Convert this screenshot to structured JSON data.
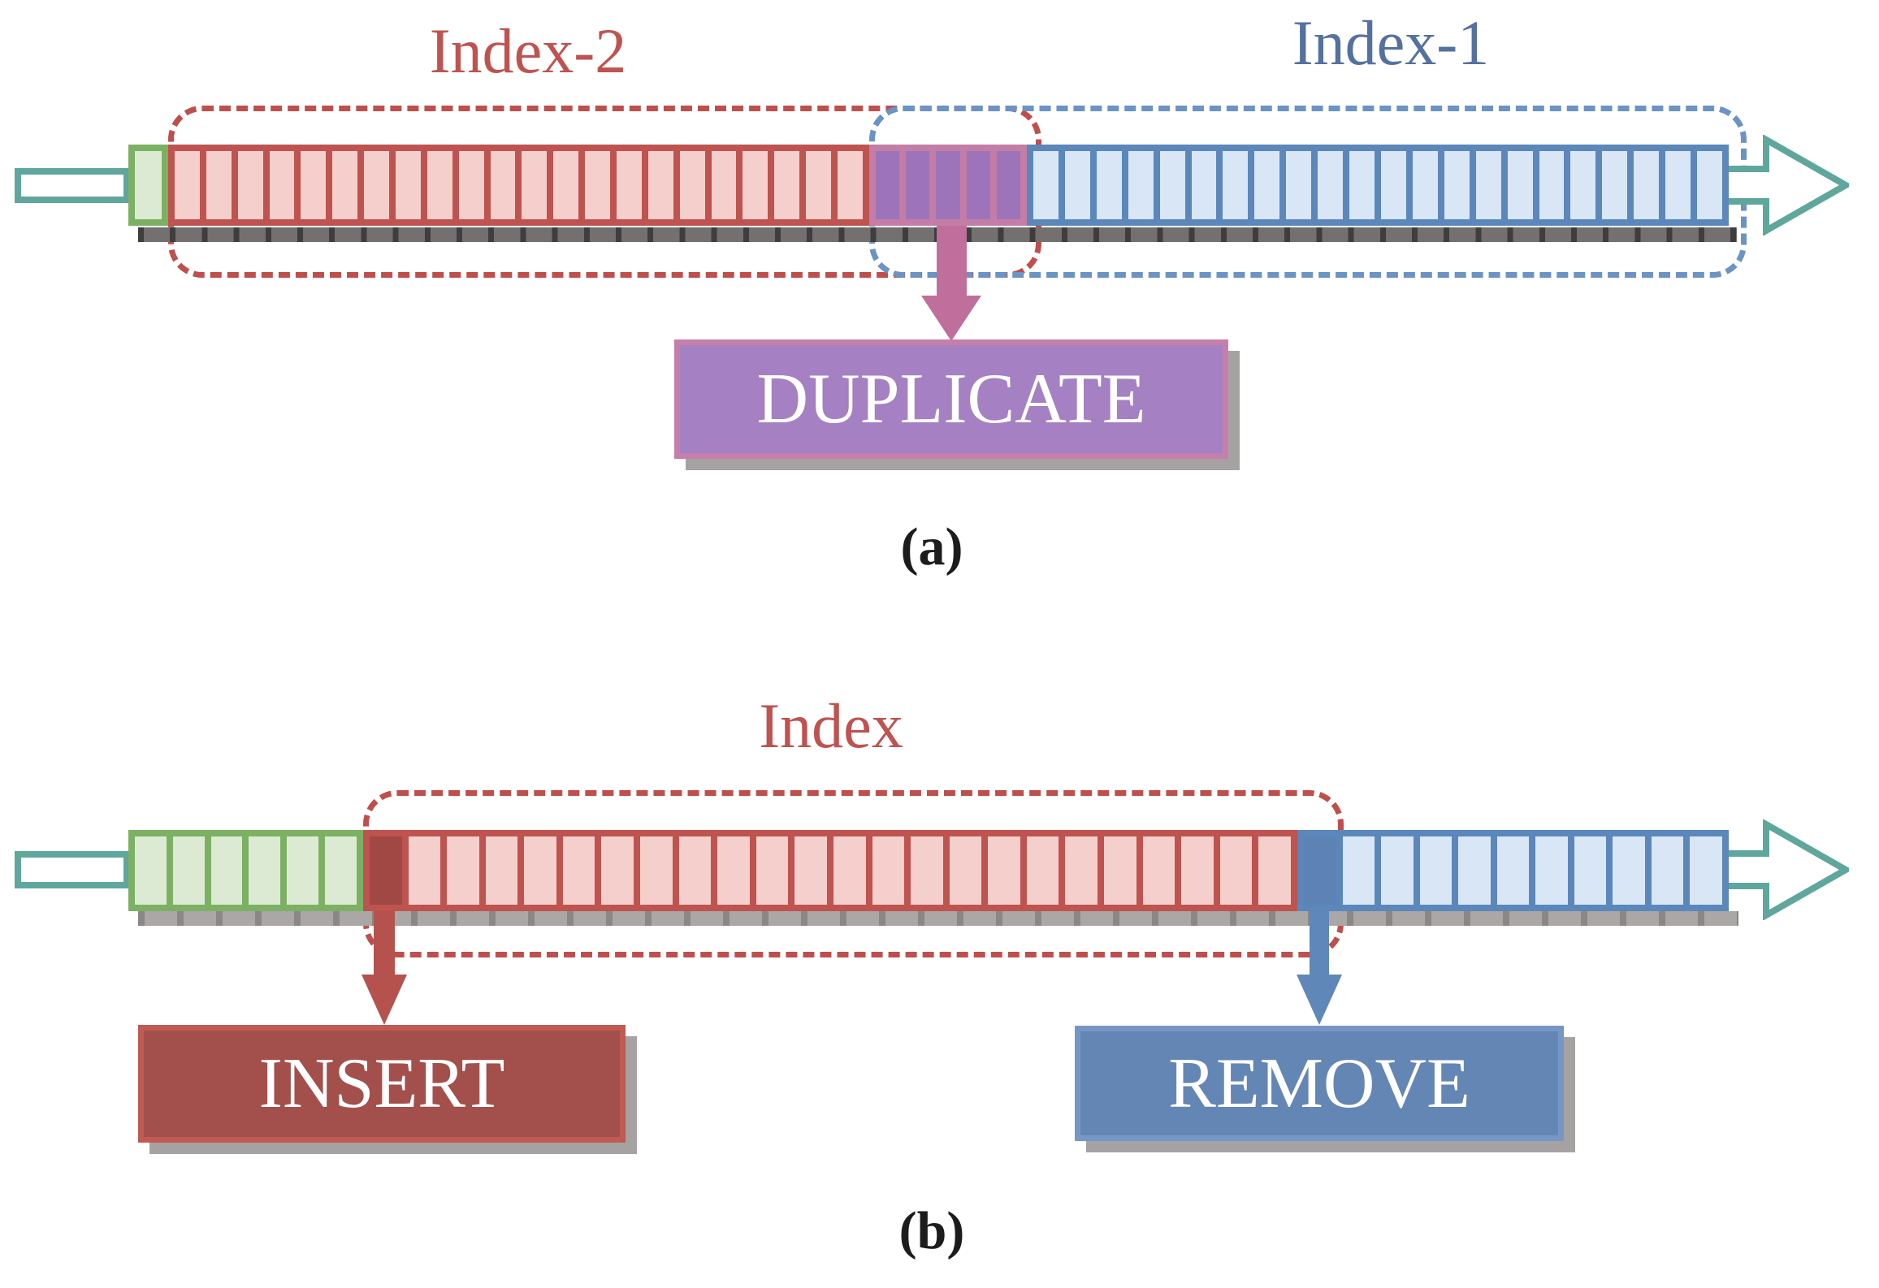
{
  "figure": {
    "panel_a": {
      "caption": "(a)",
      "label_index2": "Index-2",
      "label_index1": "Index-1",
      "action_label": "DUPLICATE",
      "action_fill": "#a580c3",
      "action_border": "#c67fab",
      "arrow_color": "#c06f9d",
      "dash_index2_color": "#bf4f4c",
      "dash_index1_color": "#6b93c4",
      "bar": {
        "segments": [
          {
            "name": "leader",
            "cells": 1,
            "fill": "#dcead3",
            "border": "#7cb164"
          },
          {
            "name": "index2-region",
            "cells": 22,
            "fill": "#f4cfcc",
            "border": "#be534f"
          },
          {
            "name": "duplicate-overlap",
            "cells": 5,
            "fill": "#9d74ba",
            "border": "#c47da6"
          },
          {
            "name": "index1-region",
            "cells": 22,
            "fill": "#d9e6f5",
            "border": "#5b87bb"
          }
        ]
      }
    },
    "panel_b": {
      "caption": "(b)",
      "label_index": "Index",
      "insert_label": "INSERT",
      "insert_fill": "#a3504c",
      "insert_border": "#c05a52",
      "insert_arrow_color": "#b5524e",
      "remove_label": "REMOVE",
      "remove_fill": "#6486b4",
      "remove_border": "#7697c5",
      "remove_arrow_color": "#5f87b8",
      "dash_index_color": "#bf4f4c",
      "bar": {
        "segments": [
          {
            "name": "leader",
            "cells": 6,
            "fill": "#dcead3",
            "border": "#7cb164"
          },
          {
            "name": "index-region",
            "cells": 24,
            "fill": "#f4cfcc",
            "border": "#be534f",
            "marker_cells": 1,
            "marker_fill": "#a14845",
            "marker_name": "insert-site-cell"
          },
          {
            "name": "tail-region",
            "cells": 11,
            "fill": "#d9e6f5",
            "border": "#5b87bb",
            "marker_cells": 1,
            "marker_fill": "#5d83b5",
            "marker_name": "remove-site-cell"
          }
        ]
      }
    },
    "palette": {
      "strand_teal": "#5fa79c",
      "label_red": "#bf5350",
      "label_blue": "#54719f",
      "bar_shadow_dark": "#757070",
      "bar_shadow_light": "#aba7a7",
      "box_shadow_gray": "#a6a2a2",
      "text_white": "#ffffff"
    }
  }
}
